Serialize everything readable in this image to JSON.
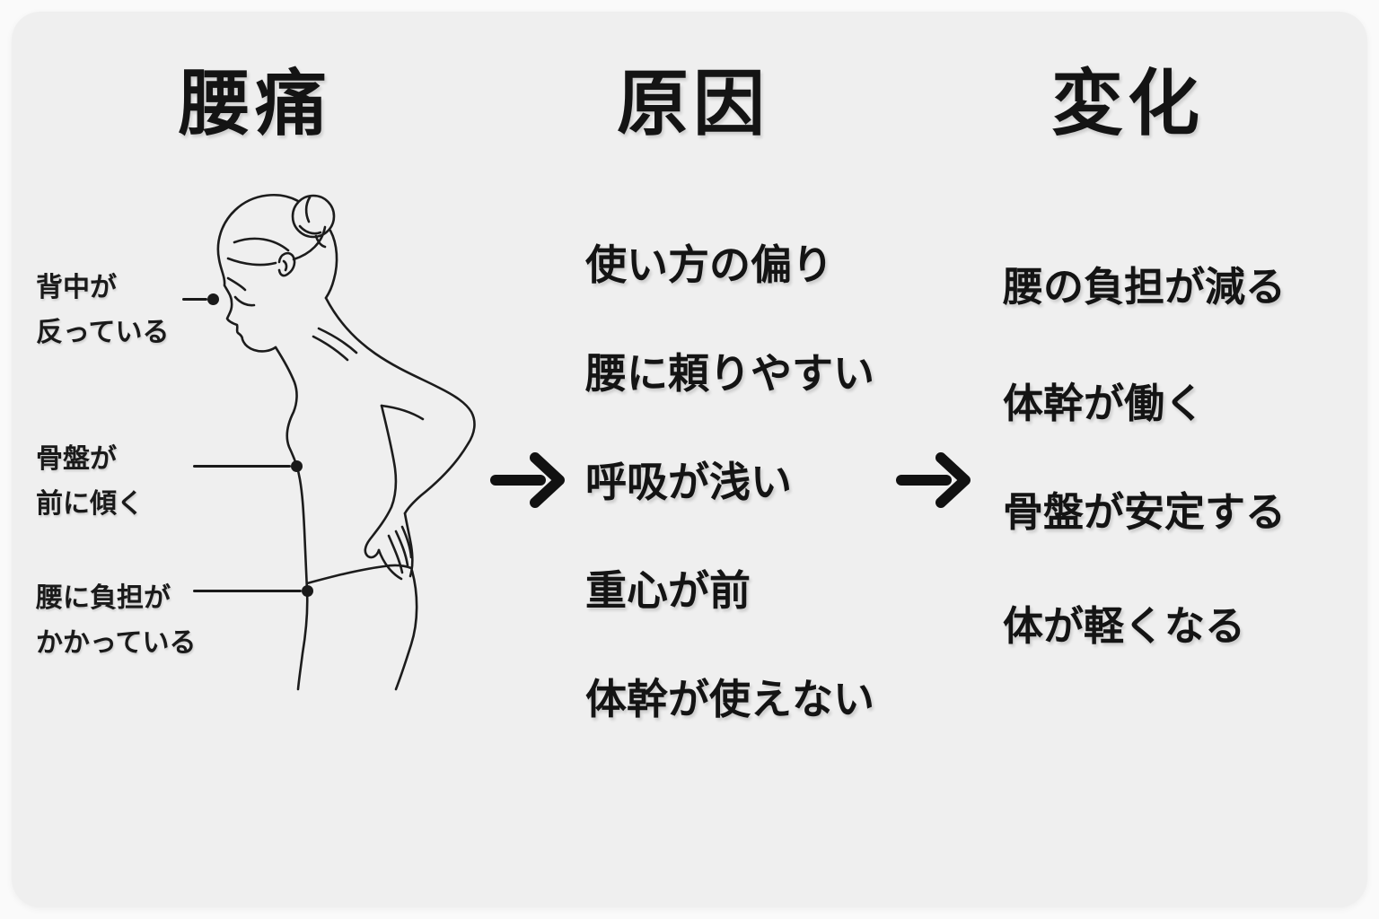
{
  "page": {
    "bg_outer": "#fafafa",
    "bg_card": "#efefef",
    "text_color": "#141414",
    "line_color": "#1a1a1a"
  },
  "columns": {
    "problem": {
      "title": "腰痛"
    },
    "cause": {
      "title": "原因"
    },
    "change": {
      "title": "変化"
    }
  },
  "figure_labels": [
    {
      "lines": [
        "背中が",
        "反っている"
      ]
    },
    {
      "lines": [
        "骨盤が",
        "前に傾く"
      ]
    },
    {
      "lines": [
        "腰に負担が",
        "かかっている"
      ]
    }
  ],
  "causes": {
    "items": [
      "使い方の偏り",
      "腰に頼りやすい",
      "呼吸が浅い",
      "重心が前",
      "体幹が使えない"
    ]
  },
  "changes": {
    "items": [
      "腰の負担が減る",
      "体幹が働く",
      "骨盤が安定する",
      "体が軽くなる"
    ]
  },
  "illustration": {
    "name": "woman-profile-hand-on-lower-back"
  }
}
